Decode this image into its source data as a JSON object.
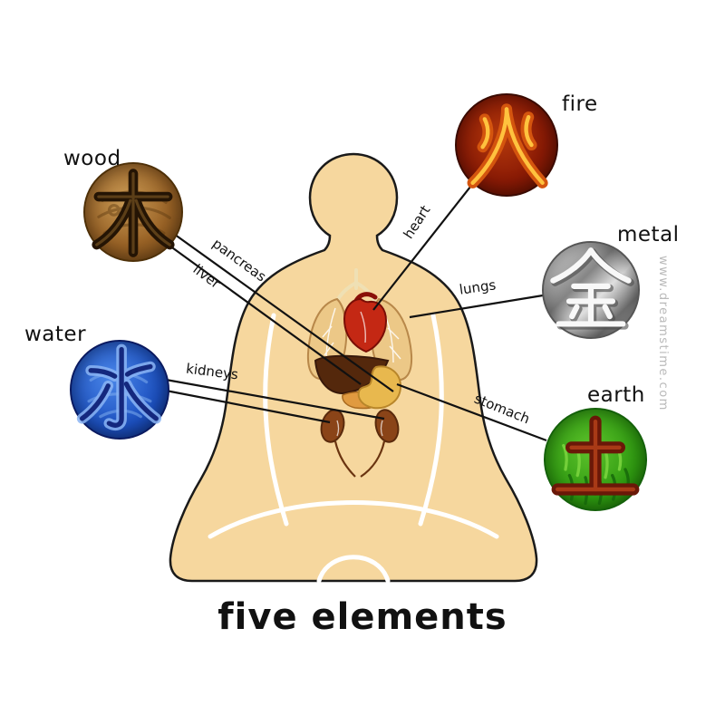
{
  "title": "five elements",
  "watermark": "www.dreamstime.com",
  "elements": {
    "wood": {
      "label": "wood"
    },
    "fire": {
      "label": "fire"
    },
    "metal": {
      "label": "metal"
    },
    "earth": {
      "label": "earth"
    },
    "water": {
      "label": "water"
    }
  },
  "organs": {
    "heart": {
      "label": "heart"
    },
    "lungs": {
      "label": "lungs"
    },
    "pancreas": {
      "label": "pancreas"
    },
    "liver": {
      "label": "liver"
    },
    "kidneys": {
      "label": "kidneys"
    },
    "stomach": {
      "label": "stomach"
    }
  },
  "connections": [
    {
      "element": "wood",
      "organs": [
        "pancreas",
        "liver"
      ]
    },
    {
      "element": "fire",
      "organs": [
        "heart"
      ]
    },
    {
      "element": "metal",
      "organs": [
        "lungs"
      ]
    },
    {
      "element": "earth",
      "organs": [
        "stomach"
      ]
    },
    {
      "element": "water",
      "organs": [
        "kidneys"
      ]
    }
  ],
  "colors": {
    "skin": "#f6d79e",
    "outline": "#1a1a1a",
    "wood_circle": "#9a6326",
    "fire_circle": "#8a1a05",
    "metal_circle": "#a8a8a8",
    "earth_circle": "#2e9a10",
    "water_circle": "#1c50c0",
    "heart": "#c42814",
    "lungs": "#ecc887",
    "liver": "#54280c",
    "stomach": "#e8b84e",
    "kidneys": "#8a4418"
  }
}
